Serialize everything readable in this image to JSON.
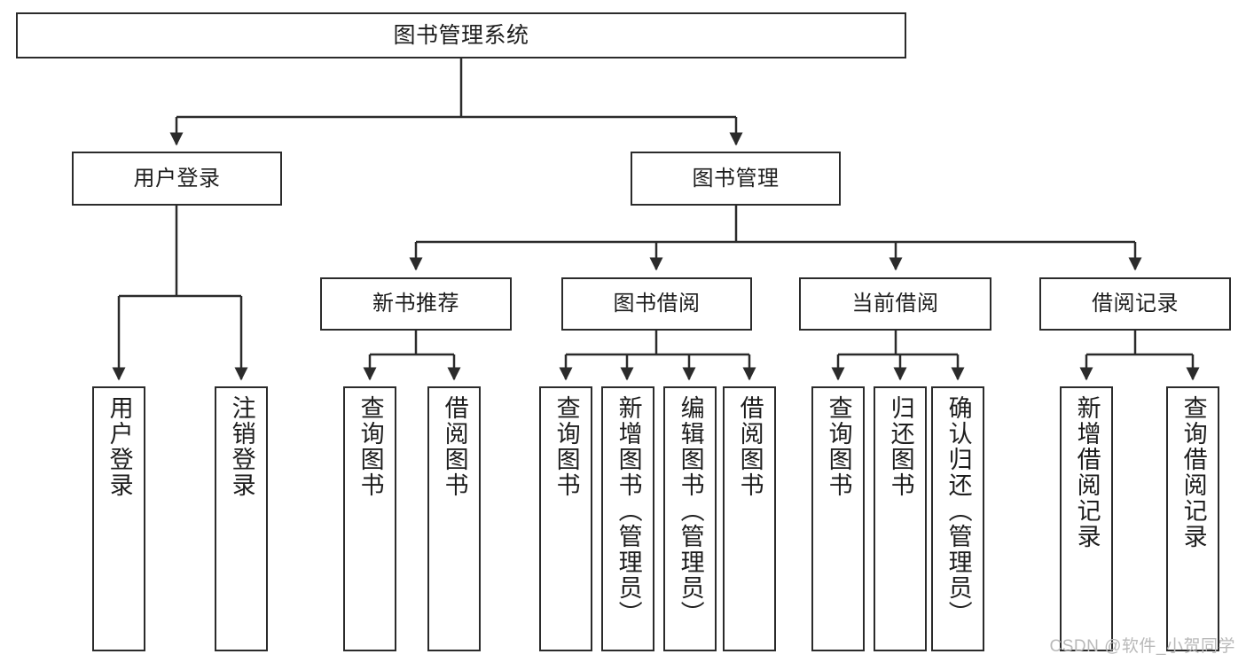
{
  "diagram": {
    "title": "图书管理系统",
    "type": "tree-hierarchy",
    "root": {
      "label": "图书管理系统"
    },
    "level1": [
      {
        "label": "用户登录"
      },
      {
        "label": "图书管理"
      }
    ],
    "level2": [
      {
        "label": "新书推荐"
      },
      {
        "label": "图书借阅"
      },
      {
        "label": "当前借阅"
      },
      {
        "label": "借阅记录"
      }
    ],
    "leaves": {
      "user_login": [
        {
          "label": "用户登录"
        },
        {
          "label": "注销登录"
        }
      ],
      "new_book_recommend": [
        {
          "label": "查询图书"
        },
        {
          "label": "借阅图书"
        }
      ],
      "book_borrow": [
        {
          "label": "查询图书"
        },
        {
          "label": "新增图书（管理员）"
        },
        {
          "label": "编辑图书（管理员）"
        },
        {
          "label": "借阅图书"
        }
      ],
      "current_borrow": [
        {
          "label": "查询图书"
        },
        {
          "label": "归还图书"
        },
        {
          "label": "确认归还（管理员）"
        }
      ],
      "borrow_record": [
        {
          "label": "新增借阅记录"
        },
        {
          "label": "查询借阅记录"
        }
      ]
    }
  },
  "watermark": {
    "text": "CSDN @软件_小贺同学"
  },
  "colors": {
    "stroke": "#2b2b2b",
    "text": "#1d1d1d",
    "background": "#ffffff",
    "watermark": "#b9b9b9"
  }
}
